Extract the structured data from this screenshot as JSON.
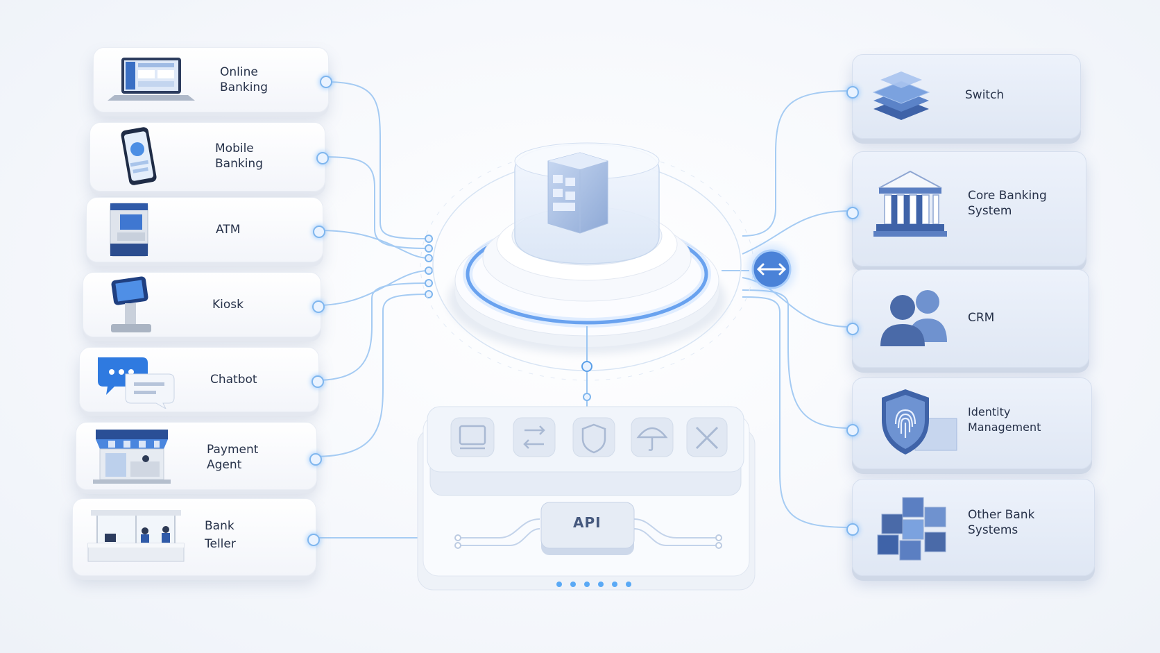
{
  "channels": [
    {
      "id": "online-banking",
      "line1": "Online",
      "line2": "Banking",
      "icon": "laptop-icon"
    },
    {
      "id": "mobile-banking",
      "line1": "Mobile",
      "line2": "Banking",
      "icon": "smartphone-icon"
    },
    {
      "id": "atm",
      "line1": "ATM",
      "line2": "",
      "icon": "atm-icon"
    },
    {
      "id": "kiosk",
      "line1": "Kiosk",
      "line2": "",
      "icon": "kiosk-icon"
    },
    {
      "id": "chatbot",
      "line1": "Chatbot",
      "line2": "",
      "icon": "chat-bubbles-icon"
    },
    {
      "id": "payment-agent",
      "line1": "Payment",
      "line2": "Agent",
      "icon": "storefront-icon"
    },
    {
      "id": "bank-teller",
      "line1": "Bank",
      "line2": "Teller",
      "icon": "teller-counter-icon"
    }
  ],
  "systems": [
    {
      "id": "switch",
      "line1": "Switch",
      "line2": "",
      "icon": "stacked-layers-icon"
    },
    {
      "id": "core-banking-system",
      "line1": "Core Banking",
      "line2": "System",
      "icon": "bank-building-icon"
    },
    {
      "id": "crm",
      "line1": "CRM",
      "line2": "",
      "icon": "users-icon"
    },
    {
      "id": "identity-management",
      "line1": "Identity",
      "line2": "Management",
      "icon": "fingerprint-shield-icon"
    },
    {
      "id": "other-bank-systems",
      "line1": "Other Bank",
      "line2": "Systems",
      "icon": "cubes-icon"
    }
  ],
  "hub": {
    "icon": "server-cube-icon",
    "exchange_icon": "bidirectional-arrow-icon"
  },
  "gateway": {
    "api_label": "API",
    "modules": [
      "terminal-icon",
      "transfer-arrows-icon",
      "security-shield-icon",
      "umbrella-icon",
      "tools-icon"
    ]
  },
  "colors": {
    "accent": "#4a8de8",
    "glow": "#7fbaf5",
    "system_icon": "#4a6aa8"
  }
}
